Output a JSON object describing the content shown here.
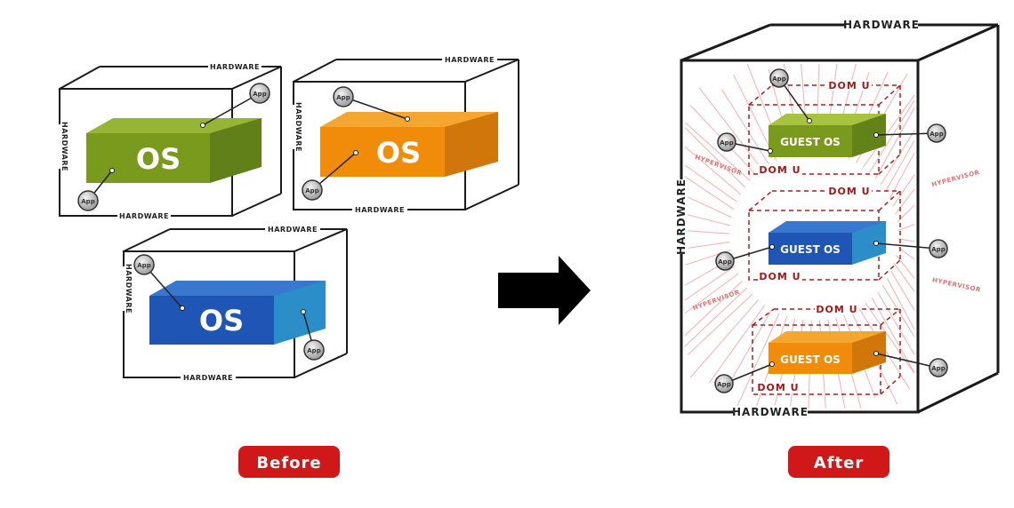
{
  "labels": {
    "hardware": "HARDWARE",
    "hardware_large": "HARDWARE",
    "os": "OS",
    "guest_os": "GUEST OS",
    "dom_u": "DOM U",
    "hypervisor": "HYPERVISOR",
    "app": "App"
  },
  "captions": {
    "before": "Before",
    "after": "After"
  },
  "colors": {
    "green": "#7a9a1e",
    "orange": "#f08c0a",
    "blue": "#1f55b4",
    "caption_red": "#d01818",
    "dom_u_red": "#b01c1c",
    "hyper_ray": "#f4a0a0"
  },
  "icons": {
    "app_badge": "app-circle-icon",
    "arrow": "right-arrow-icon"
  }
}
